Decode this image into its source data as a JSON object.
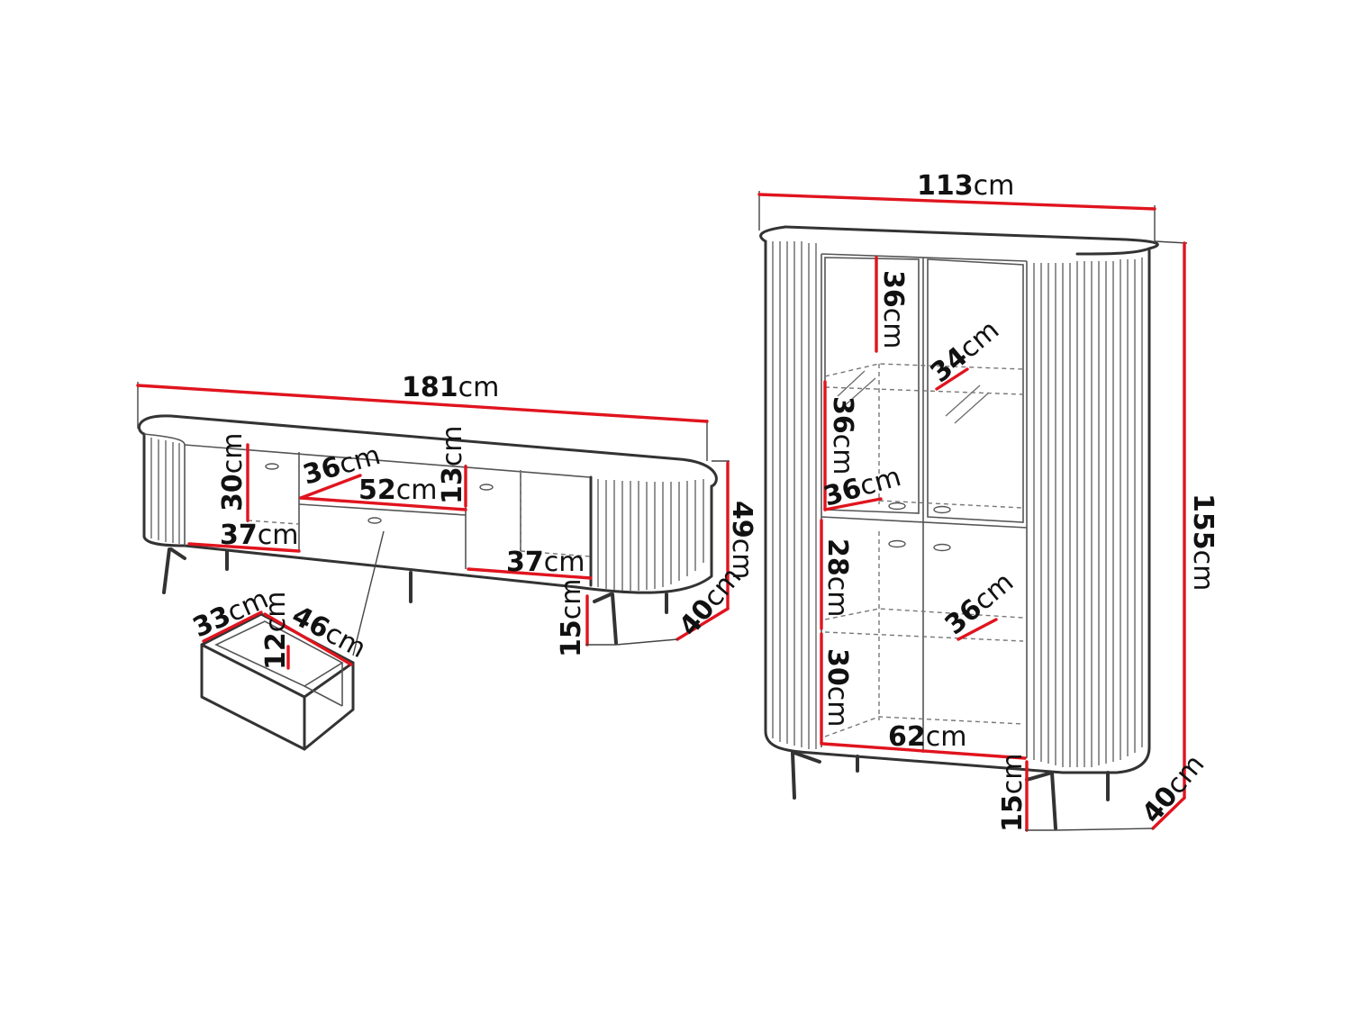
{
  "unit": "cm",
  "colors": {
    "dimension_line": "#e0141e",
    "outline": "#333333",
    "background": "#ffffff"
  },
  "tv_cabinet": {
    "width": "181",
    "height": "49",
    "depth": "40",
    "leg_height": "15",
    "left_compartment_height": "30",
    "left_compartment_width": "37",
    "right_compartment_width": "37",
    "niche_depth": "36",
    "niche_width": "52",
    "niche_height": "13"
  },
  "drawer": {
    "width": "46",
    "depth": "33",
    "height": "12"
  },
  "display_cabinet": {
    "width": "113",
    "height": "155",
    "depth": "40",
    "leg_height": "15",
    "upper_shelf_height": "36",
    "upper_shelf_depth": "34",
    "middle_shelf_height": "36",
    "middle_shelf_depth": "36",
    "lower_shelf_height": "28",
    "lower_shelf_depth": "36",
    "bottom_shelf_height": "30",
    "inner_width": "62"
  }
}
